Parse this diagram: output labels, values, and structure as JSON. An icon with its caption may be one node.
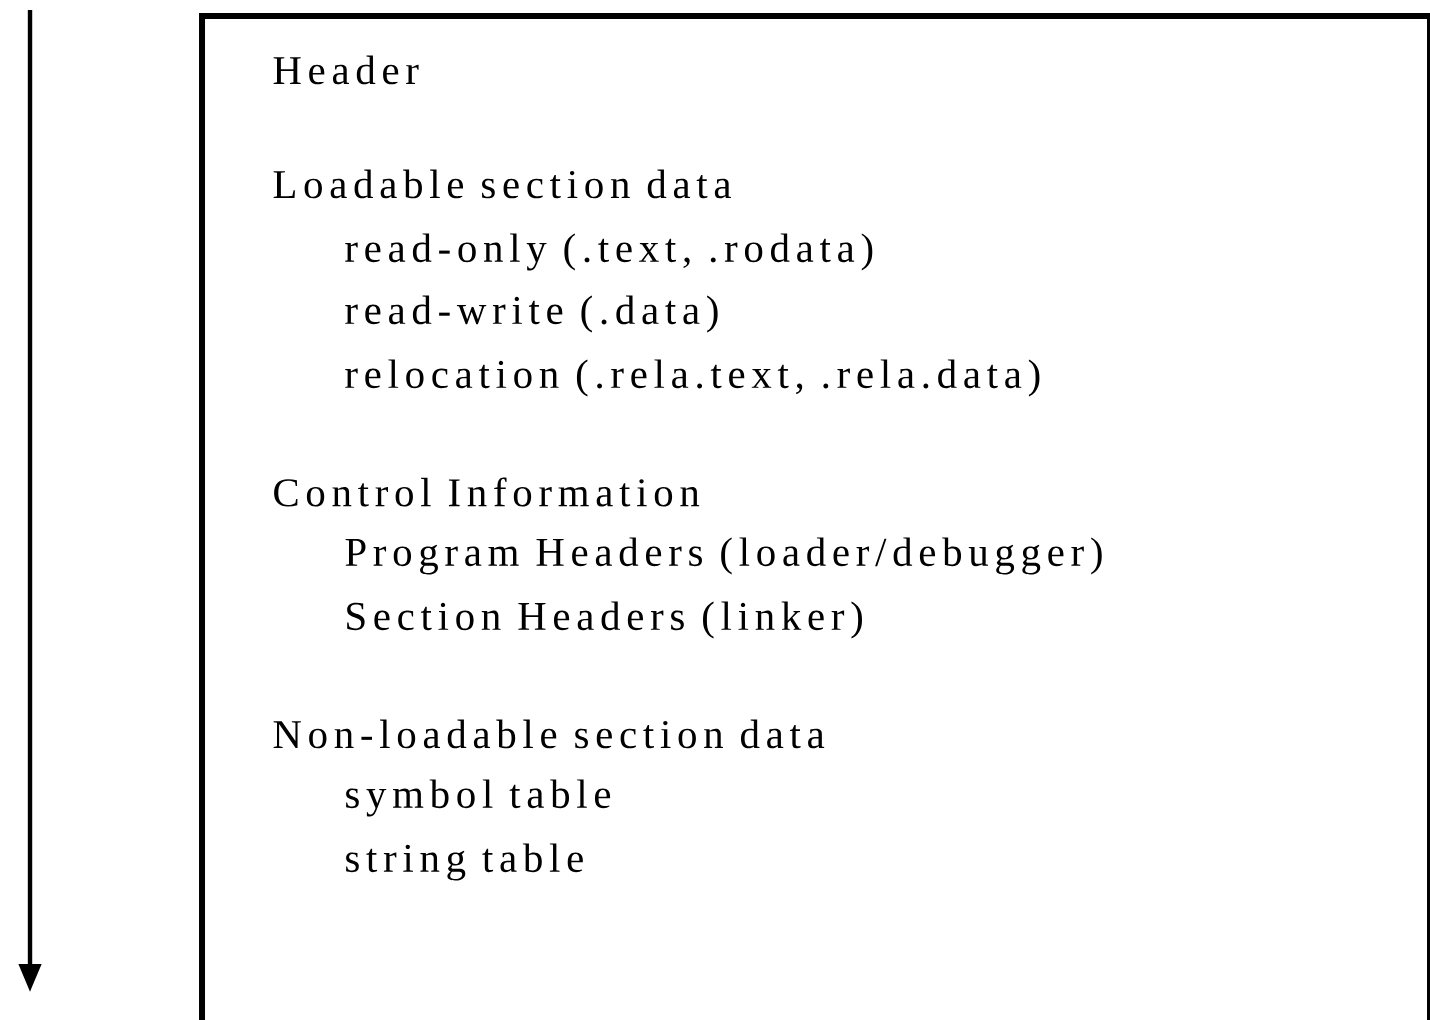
{
  "diagram": {
    "nodes": [
      {
        "text": [
          "Header",
          "Loadable section data",
          "read-only (.text, .rodata)",
          "read-write (.data)",
          "relocation (.rela.text, .rela.data)",
          "Control Information",
          "Program Headers (loader/debugger)",
          "Section Headers (linker)",
          "Non-loadable section data",
          "symbol table",
          "string table"
        ]
      }
    ]
  }
}
